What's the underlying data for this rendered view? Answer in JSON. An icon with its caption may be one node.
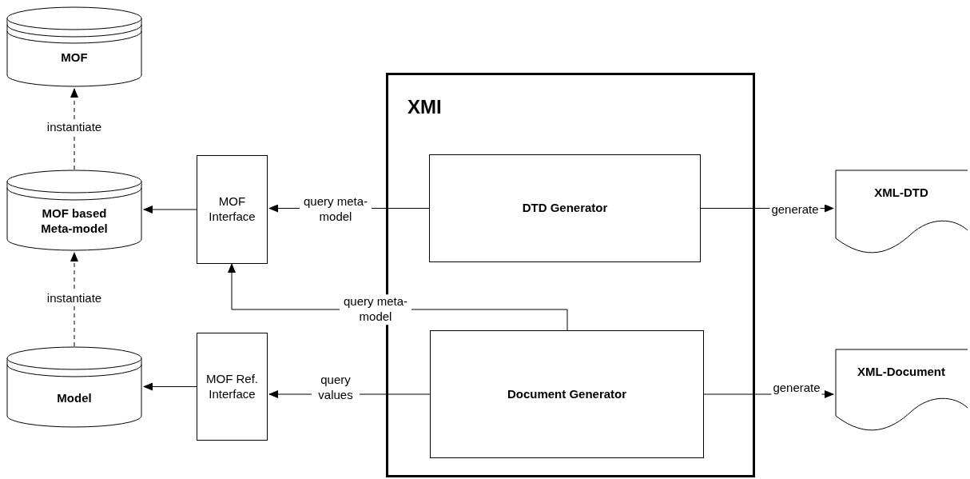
{
  "diagram": {
    "nodes": [
      {
        "text": [
          "MOF"
        ]
      },
      {
        "text": [
          "MOF based Meta-model"
        ]
      },
      {
        "text": [
          "Model"
        ]
      },
      {
        "text": [
          "MOF Interface"
        ]
      },
      {
        "text": [
          "MOF Ref. Interface"
        ]
      },
      {
        "text": [
          "XMI"
        ]
      },
      {
        "text": [
          "DTD Generator"
        ],
        "in": 5
      },
      {
        "text": [
          "Document Generator"
        ],
        "in": 5
      },
      {
        "text": [
          "XML-DTD"
        ]
      },
      {
        "text": [
          "XML-Document"
        ]
      }
    ],
    "edges": [
      {
        "from": 1,
        "to": 0,
        "arrow": "to",
        "label": "instantiate",
        "style": "dashed"
      },
      {
        "from": 2,
        "to": 1,
        "arrow": "to",
        "label": "instantiate",
        "style": "dashed"
      },
      {
        "from": 3,
        "to": 1,
        "arrow": "to"
      },
      {
        "from": 4,
        "to": 2,
        "arrow": "to"
      },
      {
        "from": 6,
        "to": 3,
        "arrow": "to",
        "label": "query meta-model"
      },
      {
        "from": 7,
        "to": 3,
        "arrow": "to",
        "label": "query meta-model"
      },
      {
        "from": 7,
        "to": 4,
        "arrow": "to",
        "label": "query values"
      },
      {
        "from": 6,
        "to": 8,
        "arrow": "to",
        "label": "generate"
      },
      {
        "from": 7,
        "to": 9,
        "arrow": "to",
        "label": "generate"
      }
    ]
  }
}
